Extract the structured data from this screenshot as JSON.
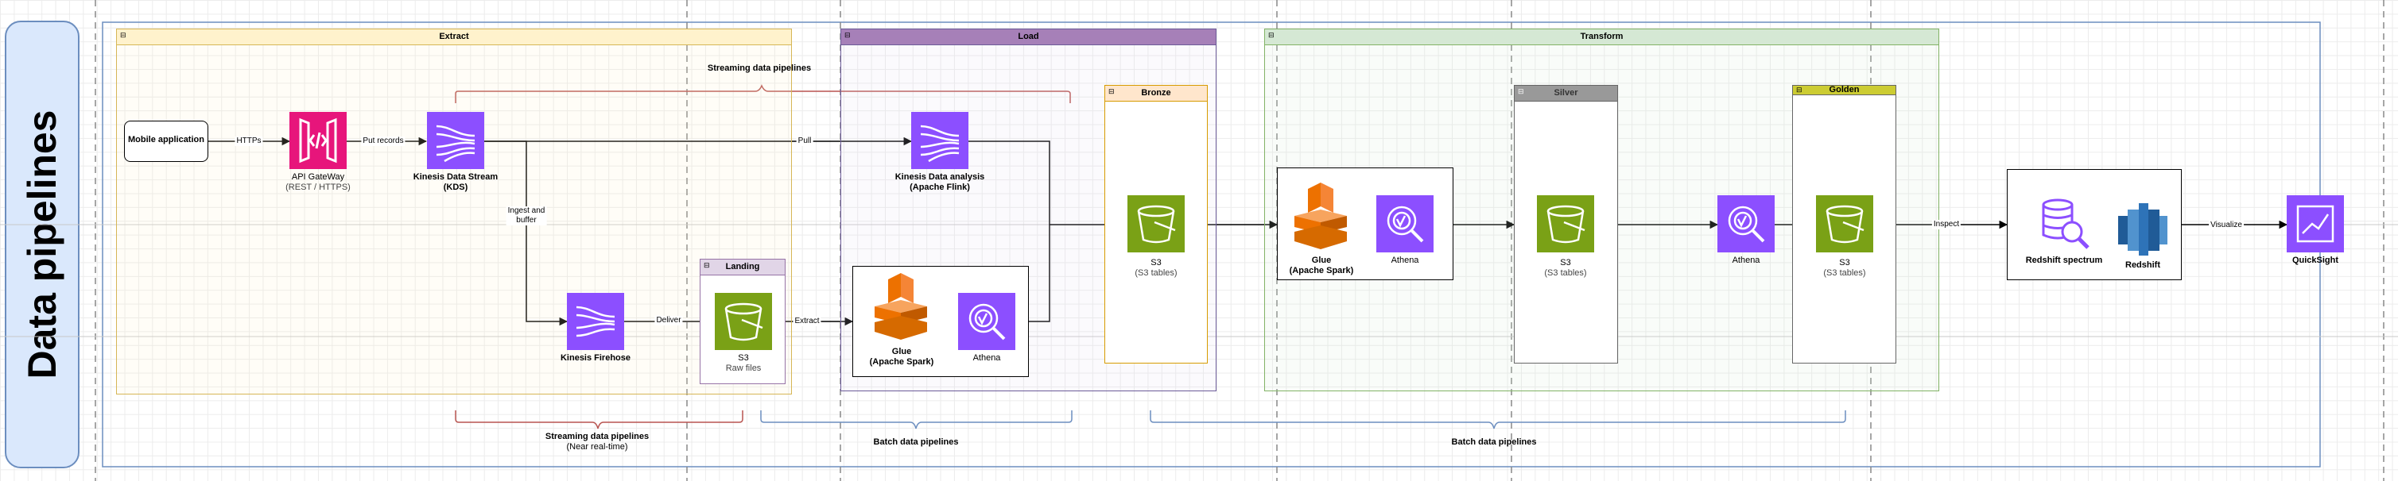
{
  "title": "Data pipelines",
  "groups": {
    "extract": "Extract",
    "load": "Load",
    "transform": "Transform",
    "bronze": "Bronze",
    "silver": "Silver",
    "golden": "Golden",
    "landing": "Landing"
  },
  "nodes": {
    "mobile_app": "Mobile application",
    "api_gateway": {
      "name": "API GateWay",
      "sub": "(REST / HTTPS)"
    },
    "kds": {
      "name": "Kinesis Data Stream",
      "sub": "(KDS)"
    },
    "firehose": {
      "name": "Kinesis Firehose"
    },
    "s3_raw": {
      "name": "S3",
      "sub": "Raw files"
    },
    "glue_load": {
      "name": "Glue",
      "sub": "(Apache Spark)"
    },
    "athena_load": {
      "name": "Athena"
    },
    "kda": {
      "name": "Kinesis Data analysis",
      "sub": "(Apache Flink)"
    },
    "s3_bronze": {
      "name": "S3",
      "sub": "(S3 tables)"
    },
    "glue_transform": {
      "name": "Glue",
      "sub": "(Apache Spark)"
    },
    "athena_transform": {
      "name": "Athena"
    },
    "s3_silver": {
      "name": "S3",
      "sub": "(S3 tables)"
    },
    "athena_silver": {
      "name": "Athena"
    },
    "s3_golden": {
      "name": "S3",
      "sub": "(S3 tables)"
    },
    "redshift_spectrum": {
      "name": "Redshift spectrum"
    },
    "redshift": {
      "name": "Redshift"
    },
    "quicksight": {
      "name": "QuickSight"
    }
  },
  "edges": {
    "https": "HTTPs",
    "put_records": "Put records",
    "pull": "Pull",
    "ingest_buffer": "Ingest and\nbuffer",
    "deliver": "Deliver",
    "extract": "Extract",
    "inspect": "Inspect",
    "visualize": "Visualize"
  },
  "braces": {
    "streaming_top": "Streaming data pipelines",
    "streaming_bottom": "Streaming data pipelines",
    "streaming_bottom_sub": "(Near real-time)",
    "batch_load": "Batch data pipelines",
    "batch_transform": "Batch data pipelines"
  },
  "colors": {
    "aws_purple": "#8c4fff",
    "aws_pink": "#e7157b",
    "aws_green": "#7aa116",
    "aws_orange": "#ed7100",
    "extract_fill": "#fff2cc",
    "load_fill": "#a680b8",
    "transform_fill": "#d5e8d4",
    "bronze_fill": "#ffe6cc",
    "silver_fill": "#999999",
    "golden_fill": "#cccc33",
    "landing_fill": "#e1d5e7",
    "streaming_brace": "#b85450",
    "batch_brace": "#6c8ebf"
  }
}
